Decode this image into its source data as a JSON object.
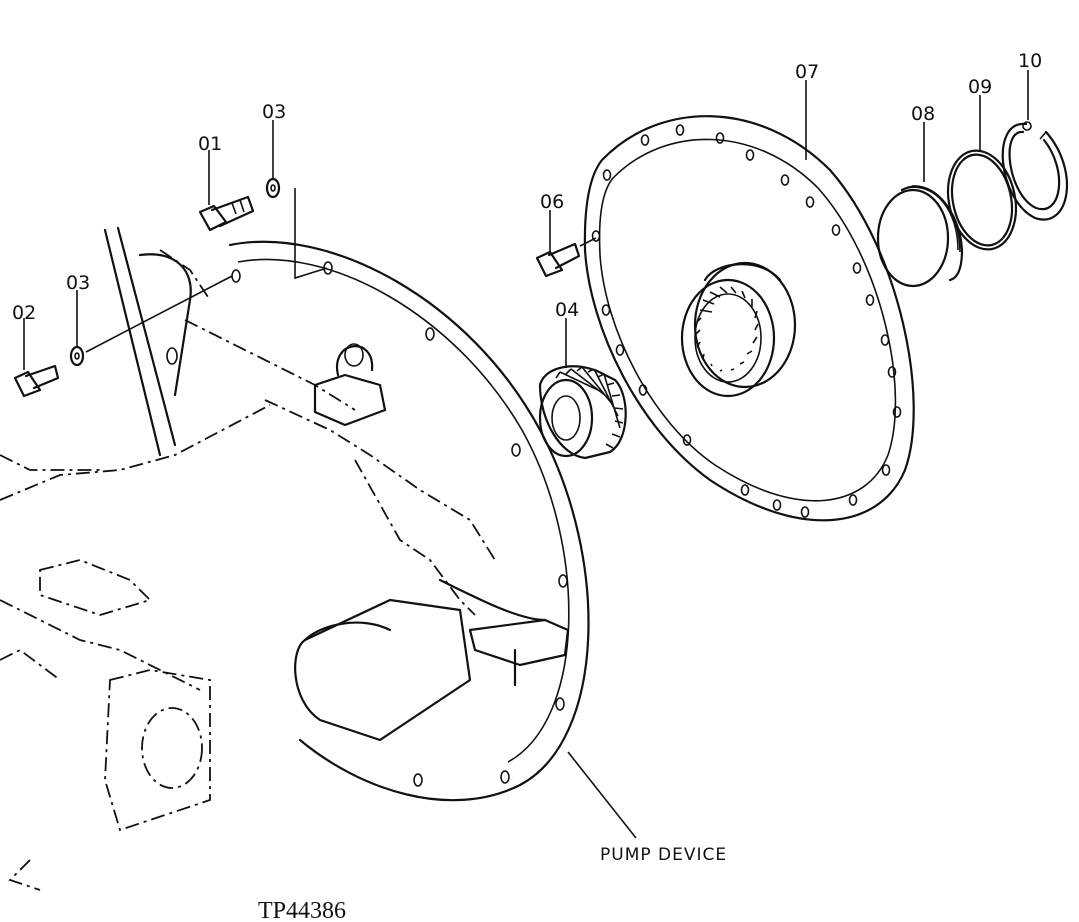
{
  "labels": {
    "p01": "01",
    "p02": "02",
    "p03a": "03",
    "p03b": "03",
    "p04": "04",
    "p06": "06",
    "p07": "07",
    "p08": "08",
    "p09": "09",
    "p10": "10"
  },
  "pump_device": "PUMP DEVICE",
  "figure_code": "TP44386"
}
